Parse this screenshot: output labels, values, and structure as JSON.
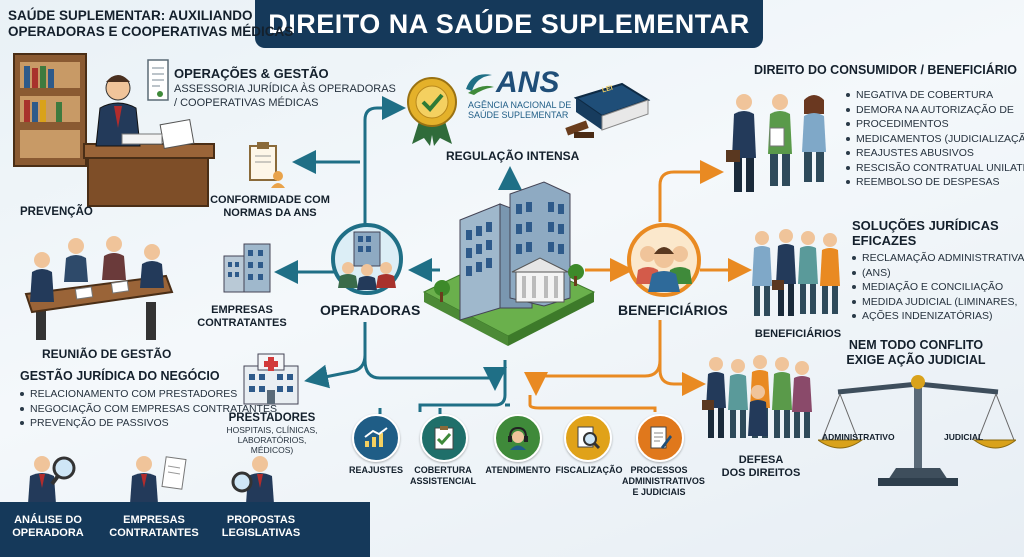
{
  "title": "DIREITO NA SAÚDE SUPLEMENTAR",
  "left_header": {
    "line1": "SAÚDE SUPLEMENTAR: AUXILIANDO",
    "line2": "OPERADORAS E COOPERATIVAS MÉDICAS"
  },
  "operacoes": {
    "title": "OPERAÇÕES & GESTÃO",
    "line1": "ASSESSORIA JURÍDICA ÀS OPERADORAS",
    "line2": "/ COOPERATIVAS MÉDICAS"
  },
  "prevencao": "PREVENÇÃO",
  "conformidade": {
    "line1": "CONFORMIDADE COM",
    "line2": "NORMAS DA ANS"
  },
  "ans": {
    "logo": "ANS",
    "line1": "AGÊNCIA NACIONAL DE",
    "line2": "SAÚDE SUPLEMENTAR"
  },
  "regulacao": "REGULAÇÃO INTENSA",
  "lei_label": "LEI",
  "reuniao": "REUNIÃO DE GESTÃO",
  "empresas_contratantes": {
    "line1": "EMPRESAS",
    "line2": "CONTRATANTES"
  },
  "operadoras": "OPERADORAS",
  "beneficiarios_center": "BENEFICIÁRIOS",
  "gestao": {
    "title": "GESTÃO JURÍDICA DO NEGÓCIO",
    "items": [
      "RELACIONAMENTO COM PRESTADORES",
      "NEGOCIAÇÃO COM EMPRESAS CONTRATANTES",
      "PREVENÇÃO DE PASSIVOS"
    ]
  },
  "prestadores": {
    "title": "PRESTADORES",
    "line1": "HOSPITAIS, CLÍNICAS,",
    "line2": "LABORATÓRIOS, MÉDICOS)"
  },
  "consumidor": {
    "title": "DIREITO DO CONSUMIDOR / BENEFICIÁRIO",
    "items": [
      "NEGATIVA DE COBERTURA",
      "DEMORA NA AUTORIZAÇÃO DE",
      "PROCEDIMENTOS",
      "MEDICAMENTOS (JUDICIALIZAÇÃO)",
      "REAJUSTES ABUSIVOS",
      "RESCISÃO CONTRATUAL UNILATERAL",
      "REEMBOLSO DE DESPESAS"
    ]
  },
  "solucoes": {
    "title1": "SOLUÇÕES JURÍDICAS",
    "title2": "EFICAZES",
    "items": [
      "RECLAMAÇÃO ADMINISTRATIVA",
      "(ANS)",
      "MEDIAÇÃO E CONCILIAÇÃO",
      "MEDIDA JUDICIAL (LIMINARES,",
      "AÇÕES INDENIZATÓRIAS)"
    ]
  },
  "beneficiarios_right": "BENEFICIÁRIOS",
  "nem_todo": {
    "line1": "NEM TODO CONFLITO",
    "line2": "EXIGE AÇÃO JUDICIAL"
  },
  "balanca": {
    "left": "ADMINISTRATIVO",
    "right": "JUDICIAL"
  },
  "defesa": {
    "line1": "DEFESA",
    "line2": "DOS DIREITOS"
  },
  "bottom_icons": [
    {
      "label": "REAJUSTES",
      "icon": "chart-up-icon",
      "color": "#1f5d86"
    },
    {
      "label": "COBERTURA ASSISTENCIAL",
      "icon": "clipboard-check-icon",
      "color": "#1f6f6a"
    },
    {
      "label": "ATENDIMENTO",
      "icon": "headset-icon",
      "color": "#3f8a3a"
    },
    {
      "label": "FISCALIZAÇÃO",
      "icon": "magnifier-doc-icon",
      "color": "#e0a219"
    },
    {
      "label": "PROCESSOS ADMINISTRATIVOS E JUDICIAIS",
      "icon": "document-pen-icon",
      "color": "#e0781c"
    }
  ],
  "bottom_bar": {
    "item1": {
      "line1": "ANÁLISE DO",
      "line2": "OPERADORA"
    },
    "item2": {
      "line1": "EMPRESAS",
      "line2": "CONTRATANTES"
    },
    "item3": {
      "line1": "PROPOSTAS",
      "line2": "LEGISLATIVAS"
    }
  },
  "colors": {
    "navy": "#15395a",
    "teal": "#1f6f86",
    "orange": "#e98a22",
    "green": "#3f8a3a",
    "gold": "#d9a21b"
  }
}
